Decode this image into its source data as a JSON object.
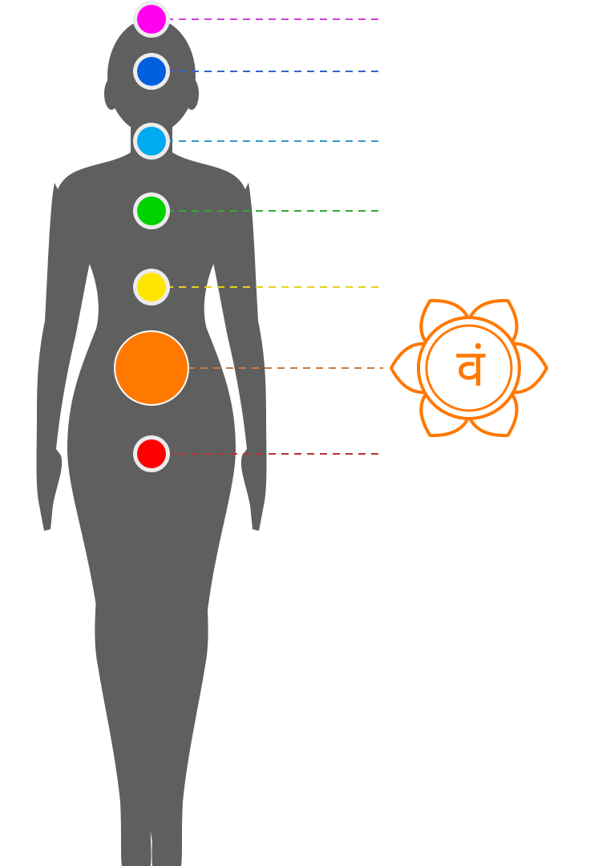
{
  "colors": {
    "background": "#ffffff",
    "silhouette": "#5f5f5f",
    "marker_ring": "#ececec"
  },
  "chakras": [
    {
      "key": "crown",
      "color": "#ff00f0",
      "line_color": "#d43fd6",
      "active": false
    },
    {
      "key": "third-eye",
      "color": "#005fdc",
      "line_color": "#3366cc",
      "active": false
    },
    {
      "key": "throat",
      "color": "#00aaf0",
      "line_color": "#3399cc",
      "active": false
    },
    {
      "key": "heart",
      "color": "#00d200",
      "line_color": "#33aa33",
      "active": false
    },
    {
      "key": "solar-plexus",
      "color": "#ffe600",
      "line_color": "#e6d21e",
      "active": false
    },
    {
      "key": "sacral",
      "color": "#ff7800",
      "line_color": "#cc7a3d",
      "active": true
    },
    {
      "key": "root",
      "color": "#ff0000",
      "line_color": "#b83232",
      "active": false
    }
  ],
  "active_symbol": {
    "name": "sacral-chakra-symbol",
    "color": "#ff7800",
    "petals": 6,
    "bija_letter": "वं"
  }
}
